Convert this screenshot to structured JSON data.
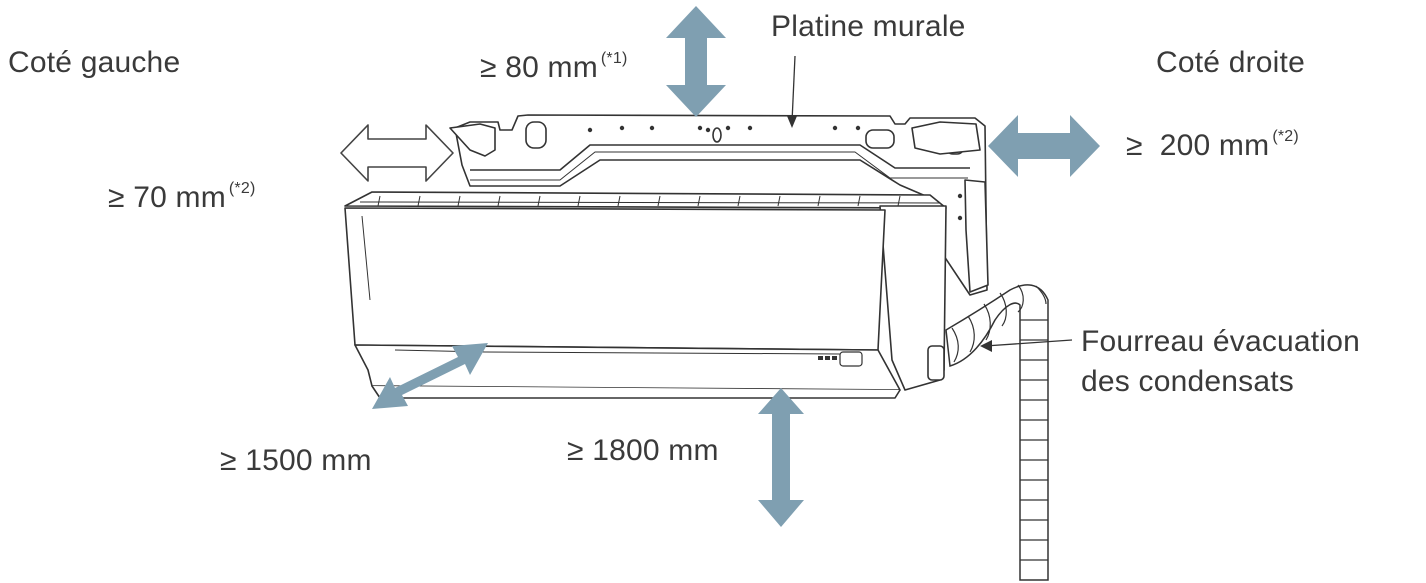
{
  "labels": {
    "left_side": "Coté gauche",
    "right_side": "Coté droite",
    "wall_plate": "Platine murale",
    "top_clearance": "≥ 80 mm",
    "top_clearance_note": "(*1)",
    "left_clearance": "≥ 70 mm",
    "left_clearance_note": "(*2)",
    "right_clearance": "≥  200 mm",
    "right_clearance_note": "(*2)",
    "front_clearance": "≥ 1500 mm",
    "bottom_clearance": "≥ 1800 mm",
    "drain_sleeve_line1": "Fourreau évacuation",
    "drain_sleeve_line2": "des condensats"
  },
  "colors": {
    "arrow_fill": "#7f9fb1",
    "line": "#333333",
    "text": "#3a3a3a"
  },
  "icons": {
    "filled_arrow": "double-headed-arrow",
    "outline_arrow": "outline-double-arrow"
  }
}
